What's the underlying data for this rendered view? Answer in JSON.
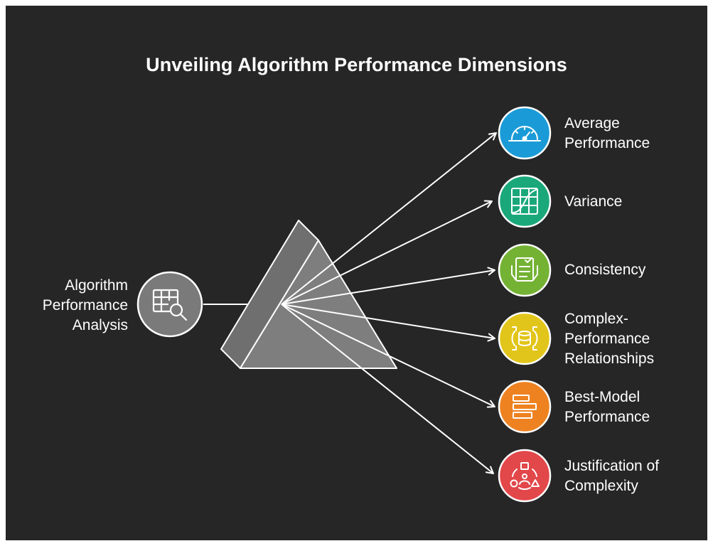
{
  "title": "Unveiling Algorithm Performance Dimensions",
  "source": {
    "label_lines": [
      "Algorithm",
      "Performance",
      "Analysis"
    ],
    "icon": "table-search-icon",
    "color": "#7a7a7a"
  },
  "outputs": [
    {
      "label_lines": [
        "Average",
        "Performance"
      ],
      "icon": "speedometer-icon",
      "color": "#1a9bd7"
    },
    {
      "label_lines": [
        "Variance"
      ],
      "icon": "grid-chart-icon",
      "color": "#1aa87a"
    },
    {
      "label_lines": [
        "Consistency"
      ],
      "icon": "checklist-icon",
      "color": "#74b234"
    },
    {
      "label_lines": [
        "Complex-",
        "Performance",
        "Relationships"
      ],
      "icon": "database-arrows-icon",
      "color": "#e2c51a"
    },
    {
      "label_lines": [
        "Best-Model",
        "Performance"
      ],
      "icon": "bars-icon",
      "color": "#ee8221"
    },
    {
      "label_lines": [
        "Justification of",
        "Complexity"
      ],
      "icon": "shapes-cycle-icon",
      "color": "#e2474a"
    }
  ]
}
